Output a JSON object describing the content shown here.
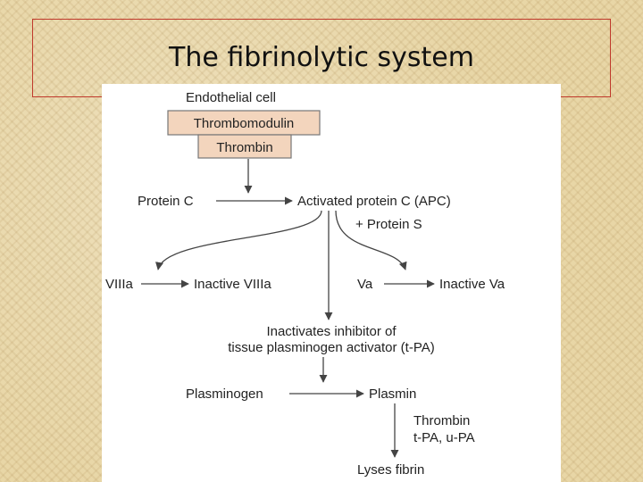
{
  "slide": {
    "title": "The fibrinolytic system"
  },
  "diagram": {
    "endothelial_cell": "Endothelial cell",
    "thrombomodulin": "Thrombomodulin",
    "thrombin_box": "Thrombin",
    "protein_c": "Protein C",
    "apc": "Activated protein C (APC)",
    "protein_s": "+ Protein S",
    "viiia": "VIIIa",
    "inactive_viiia": "Inactive VIIIa",
    "va": "Va",
    "inactive_va": "Inactive Va",
    "inactivates_line1": "Inactivates inhibitor of",
    "inactivates_line2": "tissue plasminogen activator (t-PA)",
    "plasminogen": "Plasminogen",
    "plasmin": "Plasmin",
    "thrombin_cofactor": "Thrombin",
    "tpa_upa": "t-PA, u-PA",
    "lyses_fibrin": "Lyses fibrin"
  }
}
